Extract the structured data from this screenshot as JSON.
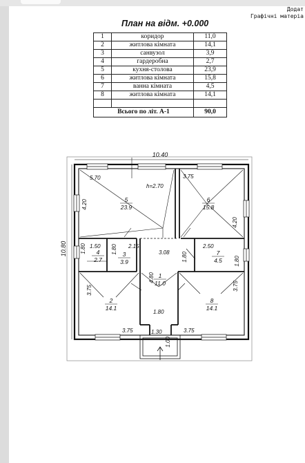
{
  "note": {
    "line1": "Додат",
    "line2": "Графічні матеріа"
  },
  "plan_title": "План на відм. +0.000",
  "rooms": [
    {
      "num": "1",
      "name": "коридор",
      "area": "11,0"
    },
    {
      "num": "2",
      "name": "житлова кімната",
      "area": "14,1"
    },
    {
      "num": "3",
      "name": "санвузол",
      "area": "3,9"
    },
    {
      "num": "4",
      "name": "гардеробна",
      "area": "2,7"
    },
    {
      "num": "5",
      "name": "кухня-столова",
      "area": "23,9"
    },
    {
      "num": "6",
      "name": "житлова кімната",
      "area": "15,8"
    },
    {
      "num": "7",
      "name": "ванна кімната",
      "area": "4,5"
    },
    {
      "num": "8",
      "name": "житлова кімната",
      "area": "14,1"
    }
  ],
  "total": {
    "label": "Всього по літ. А-1",
    "value": "90,0"
  },
  "floor_plan": {
    "overall_width": "10.40",
    "overall_depth": "10.80",
    "ceiling_height": "h=2.70",
    "room_labels": [
      {
        "num": "5",
        "area": "23.9"
      },
      {
        "num": "6",
        "area": "15.8"
      },
      {
        "num": "4",
        "area": "2.7"
      },
      {
        "num": "3",
        "area": "3.9"
      },
      {
        "num": "7",
        "area": "4.5"
      },
      {
        "num": "1",
        "area": "11.0"
      },
      {
        "num": "2",
        "area": "14.1"
      },
      {
        "num": "8",
        "area": "14.1"
      }
    ],
    "dimensions": {
      "d_5_70": "5.70",
      "d_3_75_top": "3.75",
      "d_4_20_left": "4.20",
      "d_4_20_right": "4.20",
      "d_1_80_a": "1.80",
      "d_1_50": "1.50",
      "d_1_80_b": "1.80",
      "d_2_15": "2.15",
      "d_3_08": "3.08",
      "d_1_80_c": "1.80",
      "d_2_50": "2.50",
      "d_1_80_d": "1.80",
      "d_4_80": "4.80",
      "d_3_75_left": "3.75",
      "d_3_75_right": "3.75",
      "d_1_80_e": "1.80",
      "d_3_75_bl": "3.75",
      "d_3_75_br": "3.75",
      "d_1_30": "1.30",
      "d_1_00": "1.00"
    }
  }
}
